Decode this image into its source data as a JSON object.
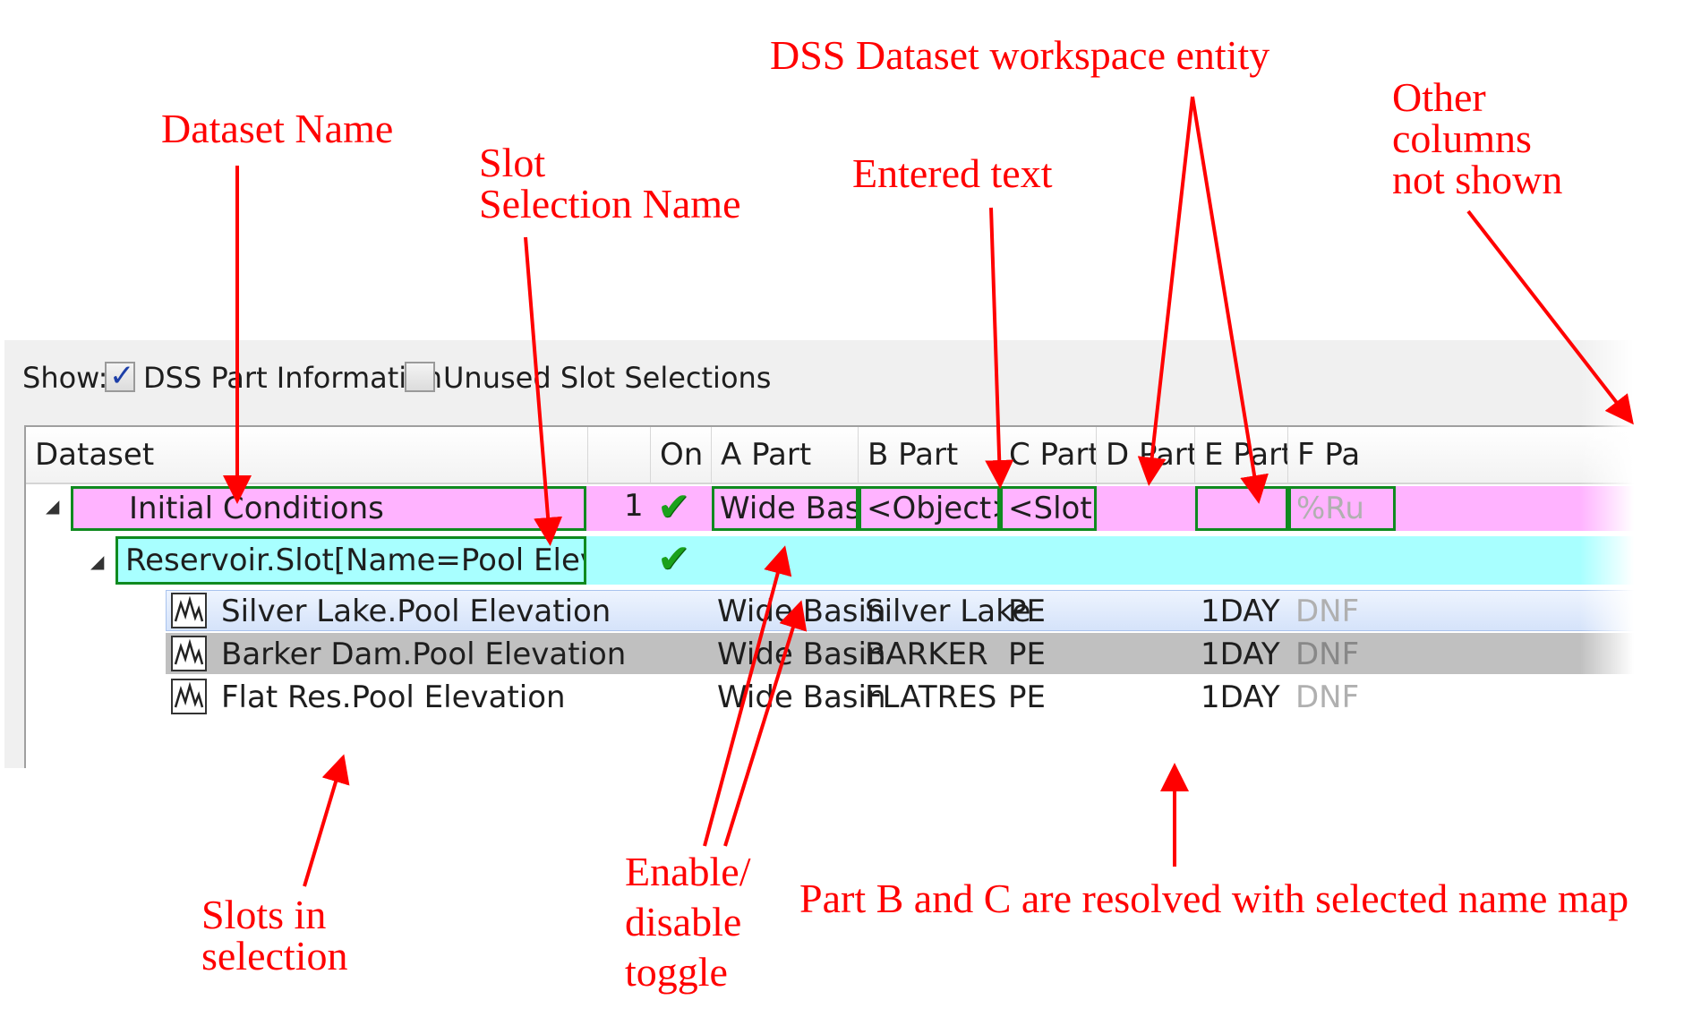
{
  "annotations": {
    "dataset_name": "Dataset Name",
    "slot_selection_line1": "Slot",
    "slot_selection_line2": "Selection Name",
    "entered_text": "Entered text",
    "dss_entity": "DSS Dataset workspace entity",
    "other_cols_line1": "Other",
    "other_cols_line2": "columns",
    "other_cols_line3": "not shown",
    "slots_line1": "Slots in",
    "slots_line2": "selection",
    "toggle_line1": "Enable/",
    "toggle_line2": "disable",
    "toggle_line3": "toggle",
    "resolved": "Part B and C are resolved with selected name map"
  },
  "show_bar": {
    "label": "Show:",
    "dss_part_info": {
      "label": "DSS Part Information",
      "checked": true
    },
    "unused_slots": {
      "label": "Unused Slot Selections",
      "checked": false
    }
  },
  "columns": [
    "Dataset",
    "On",
    "A Part",
    "B Part",
    "C Part",
    "D Part",
    "E Part",
    "F Pa"
  ],
  "dataset_row": {
    "name": "Initial Conditions",
    "count": "1",
    "a_part": "Wide Basin",
    "b_part": "<Object>",
    "c_part": "<Slot>",
    "d_part": "",
    "e_part": "",
    "f_part": "%Ru"
  },
  "selection_row": {
    "name": "Reservoir.Slot[Name=Pool Elevation]"
  },
  "slots": [
    {
      "name": "Silver Lake.Pool Elevation",
      "a_part": "Wide Basin",
      "b_part": "Silver Lake",
      "c_part": "PE",
      "e_part": "1DAY",
      "f_part": "DNF"
    },
    {
      "name": "Barker Dam.Pool Elevation",
      "a_part": "Wide Basin",
      "b_part": "BARKER",
      "c_part": "PE",
      "e_part": "1DAY",
      "f_part": "DNF"
    },
    {
      "name": "Flat Res.Pool Elevation",
      "a_part": "Wide Basin",
      "b_part": "FLATRES",
      "c_part": "PE",
      "e_part": "1DAY",
      "f_part": "DNF"
    }
  ],
  "colors": {
    "annotation": "#ff0000",
    "dataset_row_bg": "#ffb3ff",
    "selection_row_bg": "#a8ffff",
    "selected_slot_bg": "#dde8fb",
    "hover_slot_bg": "#c0c0c0",
    "cell_border": "#0f8a1f",
    "check": "#1aa11a"
  },
  "icons": {
    "check": "check-icon",
    "slot": "slot-graph-icon",
    "expander": "expander-triangle-icon"
  }
}
